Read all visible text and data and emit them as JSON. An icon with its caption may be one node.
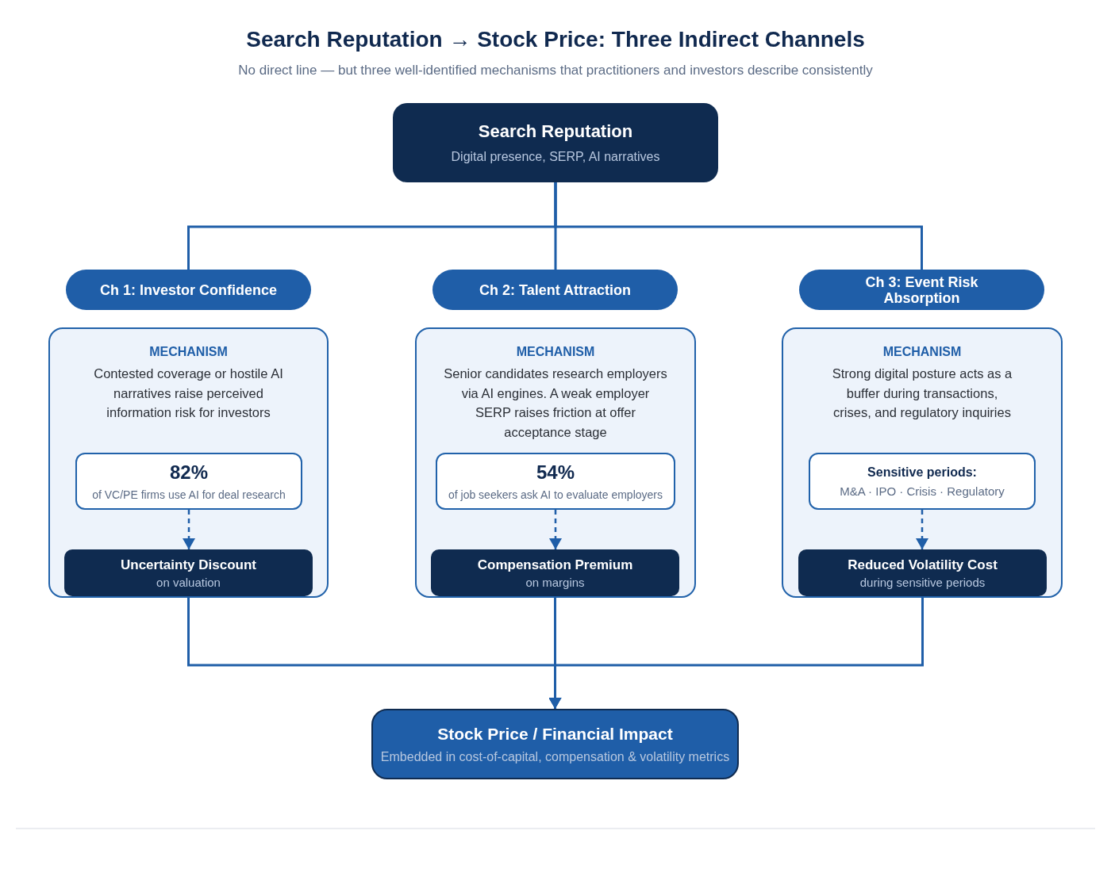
{
  "diagram": {
    "title": "Search Reputation → Stock Price: Three Indirect Channels",
    "caption": "No direct line — but three well-identified mechanisms that practitioners and investors describe consistently",
    "nodes": [
      {
        "text": [
          "Search Reputation",
          "Digital presence, SERP, AI narratives"
        ]
      },
      {
        "text": [
          "Ch 1: Investor Confidence"
        ]
      },
      {
        "text": [
          "Ch 2: Talent Attraction"
        ]
      },
      {
        "text": [
          "Ch 3: Event Risk Absorption"
        ]
      },
      {
        "text": [
          "MECHANISM",
          "Contested coverage or hostile AI narratives raise perceived information risk for investors"
        ]
      },
      {
        "text": [
          "82%",
          "of VC/PE firms use AI for deal research"
        ],
        "in": 4
      },
      {
        "text": [
          "Uncertainty Discount",
          "on valuation"
        ],
        "in": 4
      },
      {
        "text": [
          "MECHANISM",
          "Senior candidates research employers via AI engines. A weak employer SERP raises friction at offer acceptance stage"
        ]
      },
      {
        "text": [
          "54%",
          "of job seekers ask AI to evaluate employers"
        ],
        "in": 7
      },
      {
        "text": [
          "Compensation Premium",
          "on margins"
        ],
        "in": 7
      },
      {
        "text": [
          "MECHANISM",
          "Strong digital posture acts as a buffer during transactions, crises, and regulatory inquiries"
        ]
      },
      {
        "text": [
          "Sensitive periods:",
          "M&A · IPO · Crisis · Regulatory"
        ],
        "in": 10
      },
      {
        "text": [
          "Reduced Volatility Cost",
          "during sensitive periods"
        ],
        "in": 10
      },
      {
        "text": [
          "Stock Price / Financial Impact",
          "Embedded in cost-of-capital, compensation & volatility metrics"
        ]
      }
    ],
    "edges": [
      {
        "from": 0,
        "to": 1,
        "arrow": "none"
      },
      {
        "from": 0,
        "to": 2,
        "arrow": "none"
      },
      {
        "from": 0,
        "to": 3,
        "arrow": "none"
      },
      {
        "from": 5,
        "to": 6,
        "arrow": "to",
        "style": "dashed"
      },
      {
        "from": 8,
        "to": 9,
        "arrow": "to",
        "style": "dashed"
      },
      {
        "from": 11,
        "to": 12,
        "arrow": "to",
        "style": "dashed"
      },
      {
        "from": 6,
        "to": 13,
        "arrow": "to"
      },
      {
        "from": 9,
        "to": 13,
        "arrow": "to"
      },
      {
        "from": 12,
        "to": 13,
        "arrow": "to"
      }
    ]
  }
}
